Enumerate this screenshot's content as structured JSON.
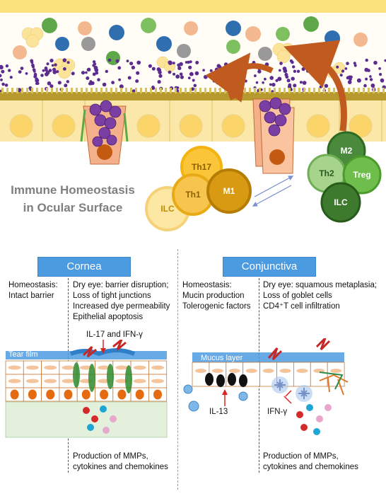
{
  "title": [
    "Immune Homeostasis",
    "in Ocular Surface"
  ],
  "immune_cells": {
    "left": [
      "Th17",
      "Th1",
      "M1",
      "ILC"
    ],
    "right": [
      "M2",
      "Th2",
      "Treg",
      "ILC"
    ]
  },
  "cornea": {
    "tab": "Cornea",
    "homeostasis": [
      "Homeostasis:",
      "Intact barrier"
    ],
    "dry_eye": [
      "Dry eye: barrier disruption;",
      "Loss of tight junctions",
      "Increased dye permeability",
      "Epithelial apoptosis"
    ],
    "cytokine_label": "IL-17 and IFN-γ",
    "film_label": "Tear film",
    "production": [
      "Production of MMPs,",
      "cytokines and chemokines"
    ]
  },
  "conjunctiva": {
    "tab": "Conjunctiva",
    "homeostasis": [
      "Homeostasis:",
      "Mucin production",
      "Tolerogenic factors"
    ],
    "dry_eye": [
      "Dry eye:  squamous metaplasia;",
      "Loss of goblet cells",
      "CD4⁺T cell infiltration"
    ],
    "film_label": "Mucus layer",
    "il13_label": "IL-13",
    "ifn_label": "IFN-γ",
    "production": [
      "Production of MMPs,",
      "cytokines and chemokines"
    ]
  },
  "colors": {
    "tear_band": "#fce27a",
    "epithelium": "#fbe7a8",
    "membrane": "#b79a2e",
    "mucin_dot": "#5b2c8f",
    "tab_blue": "#4c9be0",
    "arrow_brown": "#c05a1e",
    "m2_green": "#4a8a3c",
    "th1_gold": "#d4a017"
  }
}
